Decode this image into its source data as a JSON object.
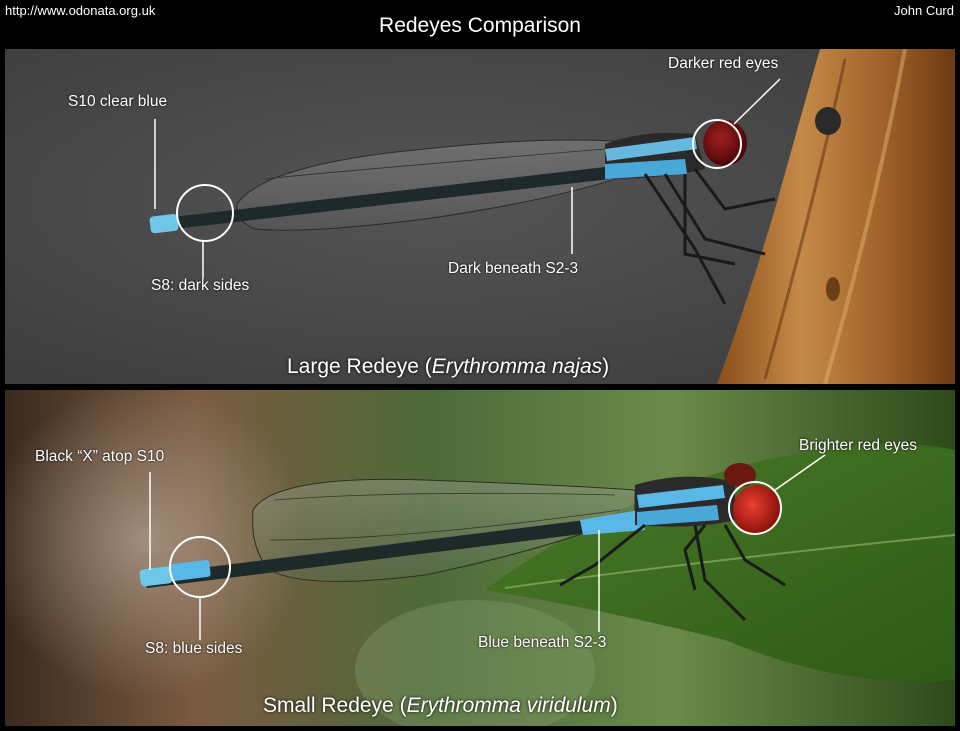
{
  "header": {
    "url": "http://www.odonata.org.uk",
    "title": "Redeyes Comparison",
    "author": "John Curd"
  },
  "panels": [
    {
      "name": "Large Redeye",
      "caption_common": "Large Redeye",
      "caption_scientific": "Erythromma najas",
      "labels": {
        "eyes": "Darker red eyes",
        "tail": "S10 clear blue",
        "sides": "S8: dark sides",
        "beneath": "Dark beneath S2-3"
      },
      "colors": {
        "background": "#4a4a4b",
        "eye": "#7a1010",
        "reed": "#a0622a"
      }
    },
    {
      "name": "Small Redeye",
      "caption_common": "Small Redeye",
      "caption_scientific": "Erythromma viridulum",
      "labels": {
        "eyes": "Brighter red eyes",
        "tail": "Black “X” atop S10",
        "sides": "S8: blue sides",
        "beneath": "Blue beneath S2-3"
      },
      "colors": {
        "background": "#3e4a28",
        "eye": "#c0281a",
        "leaf": "#3d6a1e"
      }
    }
  ]
}
